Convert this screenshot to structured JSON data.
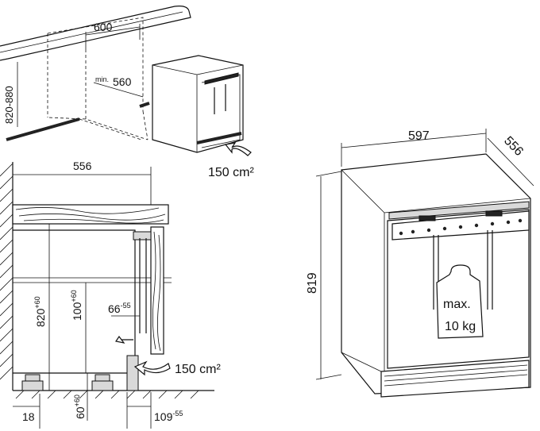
{
  "top_left": {
    "dim_width": "600",
    "dim_min_label": "min.",
    "dim_min_value": "560",
    "dim_height": "820-880",
    "ventilation": "150 cm²"
  },
  "bottom_left": {
    "dim_depth": "556",
    "dim_height": "820",
    "dim_height_tol": "+60",
    "dim_gap": "100",
    "dim_gap_tol": "+60",
    "dim_door": "66",
    "dim_door_tol": "-55",
    "dim_plinth": "60",
    "dim_plinth_tol": "+60",
    "dim_side": "18",
    "dim_rear": "109",
    "dim_rear_tol": "-55",
    "ventilation": "150 cm²"
  },
  "right": {
    "dim_width": "597",
    "dim_depth": "556",
    "dim_height": "819",
    "weight_line1": "max.",
    "weight_line2": "10 kg"
  }
}
